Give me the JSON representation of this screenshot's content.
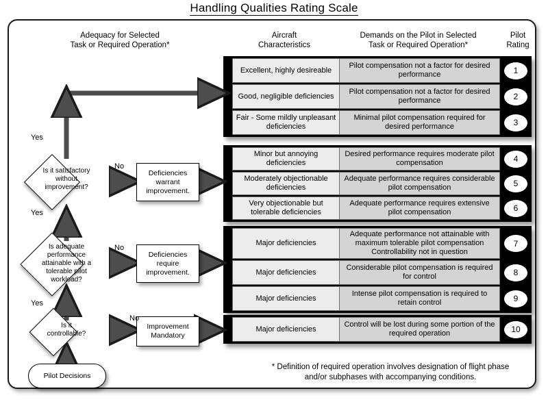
{
  "title": "Handling Qualities Rating Scale",
  "headers": {
    "adequacy_l1": "Adequacy for Selected",
    "adequacy_l2": "Task or Required  Operation*",
    "aircraft_l1": "Aircraft",
    "aircraft_l2": "Characteristics",
    "demands_l1": "Demands on the Pilot in Selected",
    "demands_l2": "Task or Required Operation*",
    "rating_l1": "Pilot",
    "rating_l2": "Rating"
  },
  "groups": [
    {
      "id": "group-1-3",
      "rows": [
        {
          "characteristics": "Excellent, highly desireable",
          "demands": "Pilot compensation not a factor for desired performance",
          "rating": "1"
        },
        {
          "characteristics": "Good, negligible deficiencies",
          "demands": "Pilot compensation not a factor for desired performance",
          "rating": "2"
        },
        {
          "characteristics": "Fair - Some mildly unpleasant deficiencies",
          "demands": "Minimal pilot compensation required for desired performance",
          "rating": "3"
        }
      ]
    },
    {
      "id": "group-4-6",
      "rows": [
        {
          "characteristics": "Minor but annoying deficiencies",
          "demands": "Desired performance requires moderate pilot compensation",
          "rating": "4"
        },
        {
          "characteristics": "Moderately objectionable deficiencies",
          "demands": "Adequate performance requires considerable pilot compensation",
          "rating": "5"
        },
        {
          "characteristics": "Very objectionable but tolerable deficiencies",
          "demands": "Adequate performance requires extensive pilot compensation",
          "rating": "6"
        }
      ]
    },
    {
      "id": "group-7-9",
      "rows": [
        {
          "characteristics": "Major deficiencies",
          "demands": "Adequate performance not attainable with maximum tolerable pilot compensation Controllability not in question",
          "rating": "7"
        },
        {
          "characteristics": "Major deficiencies",
          "demands": "Considerable pilot compensation is required for control",
          "rating": "8"
        },
        {
          "characteristics": "Major deficiencies",
          "demands": "Intense pilot compensation is required to retain control",
          "rating": "9"
        }
      ]
    },
    {
      "id": "group-10",
      "rows": [
        {
          "characteristics": "Major deficiencies",
          "demands": "Control will be lost during some portion of the required operation",
          "rating": "10"
        }
      ]
    }
  ],
  "flowchart": {
    "decisions": [
      {
        "id": "decision-satisfactory",
        "l1": "Is it satisfactory",
        "l2": "without",
        "l3": "improvement?"
      },
      {
        "id": "decision-adequate-performance",
        "l1": "Is adequate",
        "l2": "performance",
        "l3": "attainable with a",
        "l4": "tolerable pilot",
        "l5": "workload?"
      },
      {
        "id": "decision-controllable",
        "l1": "Is it",
        "l2": "controllable?"
      }
    ],
    "processes": [
      {
        "id": "process-warrant",
        "l1": "Deficiencies",
        "l2": "warrant",
        "l3": "improvement."
      },
      {
        "id": "process-require",
        "l1": "Deficiencies",
        "l2": "require",
        "l3": "improvement."
      },
      {
        "id": "process-mandatory",
        "l1": "Improvement",
        "l2": "Mandatory"
      }
    ],
    "start": "Pilot Decisions",
    "yes_label": "Yes",
    "no_label": "No"
  },
  "footnote": {
    "line1": "* Definition of required operation involves designation of flight phase",
    "line2": "and/or subphases with accompanying conditions."
  },
  "colors": {
    "characteristics_bg": "#ececec",
    "demands_bg": "#d4d4d4",
    "group_border": "#000000",
    "rating_circle": "#ffffff"
  }
}
